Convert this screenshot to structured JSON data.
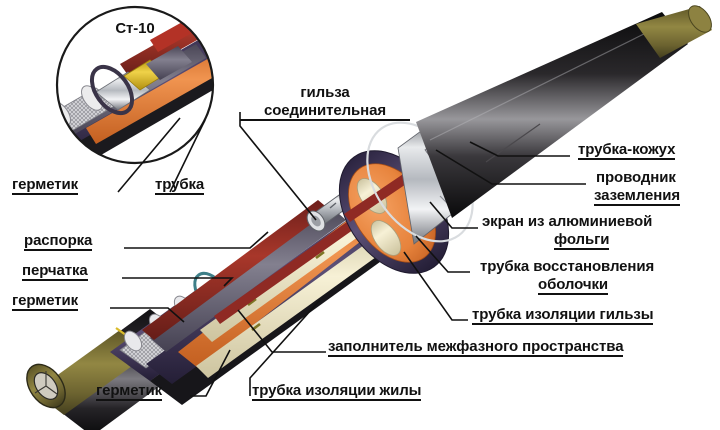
{
  "diagram": {
    "title_inset": "Ст-10",
    "subject": "cable joint cutaway",
    "colors": {
      "outer_tube": "#211f20",
      "outer_tube_highlight": "#8e8d90",
      "armor": "#7d7334",
      "shield_silver": "#c9cdd2",
      "screen_purple": "#453a5e",
      "filler_orange": "#e7833c",
      "core_cream": "#f3ecce",
      "conductor_red": "#8f2a24",
      "sleeve_insulation_red": "#b03a2b",
      "glove_teal": "#4e8f96",
      "band_yellow": "#e2c024",
      "sealant_gray": "#a9a9ad",
      "label_text": "#111111",
      "leader_line": "#111111"
    },
    "labels": {
      "inset_title": "Ст-10",
      "inset_left": "герметик",
      "inset_right": "трубка",
      "sleeve_line1": "гильза",
      "sleeve_line2": "соединительная",
      "right_1": "трубка-кожух",
      "right_2a": "проводник",
      "right_2b": "заземления",
      "right_3a": "экран из алюминиевой",
      "right_3b": "фольги",
      "right_4a": "трубка восстановления",
      "right_4b": "оболочки",
      "right_5": "трубка изоляции гильзы",
      "left_1": "распорка",
      "left_2": "перчатка",
      "left_3": "герметик",
      "bottom_1": "заполнитель межфазного пространства",
      "bottom_2": "герметик",
      "bottom_3": "трубка изоляции жилы"
    }
  }
}
